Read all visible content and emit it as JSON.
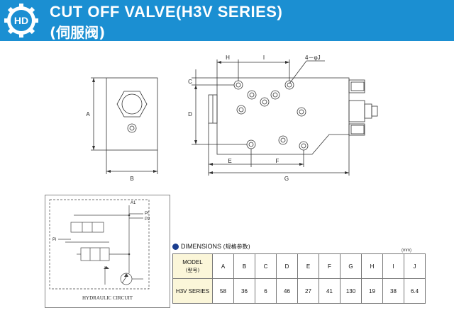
{
  "header": {
    "logo_text": "HD",
    "title": "CUT OFF VALVE(H3V SERIES)",
    "subtitle": "(伺服阀)",
    "bg_color": "#1b8fd2"
  },
  "drawing_labels": {
    "hole_spec": "4－φJ",
    "front": [
      "A",
      "B"
    ],
    "side": [
      "H",
      "I",
      "C",
      "D",
      "E",
      "F",
      "G"
    ]
  },
  "circuit": {
    "caption": "HYDRAULIC CIRCUIT",
    "ports": [
      "A1",
      "Pf",
      "P2",
      "Pi"
    ]
  },
  "dimensions": {
    "heading": "DIMENSIONS",
    "heading_cn": "(规格参数)",
    "unit": "(mm)",
    "model_label": "MODEL",
    "model_label_cn": "(型号)",
    "columns": [
      "A",
      "B",
      "C",
      "D",
      "E",
      "F",
      "G",
      "H",
      "I",
      "J"
    ],
    "rows": [
      {
        "model": "H3V SERIES",
        "values": [
          "58",
          "36",
          "6",
          "46",
          "27",
          "41",
          "130",
          "19",
          "38",
          "6.4"
        ]
      }
    ]
  }
}
